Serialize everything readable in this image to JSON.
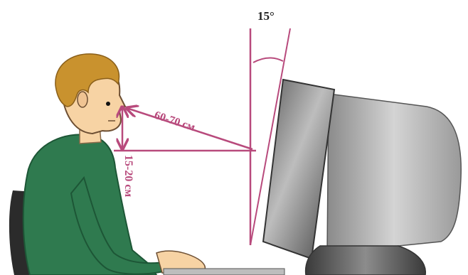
{
  "labels": {
    "tilt_angle": "15°",
    "eye_distance": "60-70 см",
    "eye_height_offset": "15-20 см"
  },
  "colors": {
    "annotation": "#b84a7c",
    "skin": "#f7d3a4",
    "hair": "#c9922e",
    "shirt": "#2f7a4f",
    "shirt_dark": "#1d5636",
    "chair": "#2b2b2b",
    "monitor_light": "#d8d8d8",
    "monitor_dark": "#6b6b6b",
    "background": "#ffffff"
  }
}
